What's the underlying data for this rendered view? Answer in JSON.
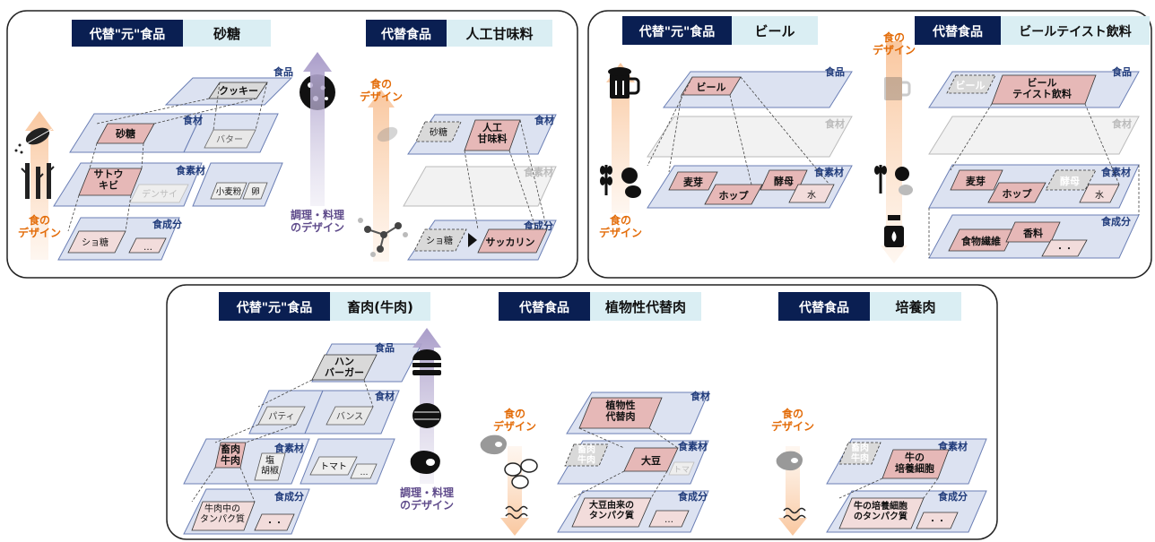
{
  "colors": {
    "navy": "#0a1f52",
    "light_blue_tag": "#daeef3",
    "plane_fill": "#dce2f1",
    "pink_box": "#e6b8b7",
    "gray_box": "#d9d9d9",
    "orange": "#e36c09",
    "orange_arrow": "#fbd5b5",
    "purple_arrow": "#b7aed1",
    "purple_text": "#5f4b8b"
  },
  "common": {
    "sub_label": "代替\"元\"食品",
    "alt_label": "代替食品",
    "layer_food": "食品",
    "layer_ingredient": "食材",
    "layer_element": "食素材",
    "layer_component": "食成分",
    "food_design": "食の\nデザイン",
    "cooking_design": "調理・料理\nのデザイン",
    "ellipsis": "…",
    "dots": "・・"
  },
  "panel_sugar": {
    "title": "砂糖",
    "food": "クッキー",
    "sugar": "砂糖",
    "butter": "バター",
    "cane": "サトウ\nキビ",
    "starch": "デンサイ",
    "flour": "小麦粉",
    "egg": "卵",
    "sucrose": "ショ糖"
  },
  "panel_sweetener": {
    "title": "人工甘味料",
    "sugar": "砂糖",
    "sweetener": "人工\n甘味料",
    "sucrose": "ショ糖",
    "saccharin": "サッカリン"
  },
  "panel_beer": {
    "title": "ビール",
    "beer": "ビール",
    "malt": "麦芽",
    "hop": "ホップ",
    "yeast": "酵母",
    "water": "水"
  },
  "panel_beer_taste": {
    "title": "ビールテイスト飲料",
    "beer": "ビール",
    "beer_taste": "ビール\nテイスト飲料",
    "malt": "麦芽",
    "hop": "ホップ",
    "yeast": "酵母",
    "water": "水",
    "fiber": "食物繊維",
    "flavor": "香料"
  },
  "panel_meat": {
    "title": "畜肉(牛肉)",
    "burger": "ハン\nバーガー",
    "patty": "パティ",
    "buns": "バンス",
    "meat": "畜肉\n牛肉",
    "salt": "塩\n胡椒",
    "tomato": "トマト",
    "protein": "牛肉中の\nタンパク質"
  },
  "panel_plant": {
    "title": "植物性代替肉",
    "plant_meat": "植物性\n代替肉",
    "meat": "畜肉\n牛肉",
    "soy": "大豆",
    "other": "トマ",
    "soy_protein": "大豆由来の\nタンパク質"
  },
  "panel_cultured": {
    "title": "培養肉",
    "meat": "畜肉\n牛肉",
    "cells": "牛の\n培養細胞",
    "cell_protein": "牛の培養細胞\nのタンパク質"
  }
}
